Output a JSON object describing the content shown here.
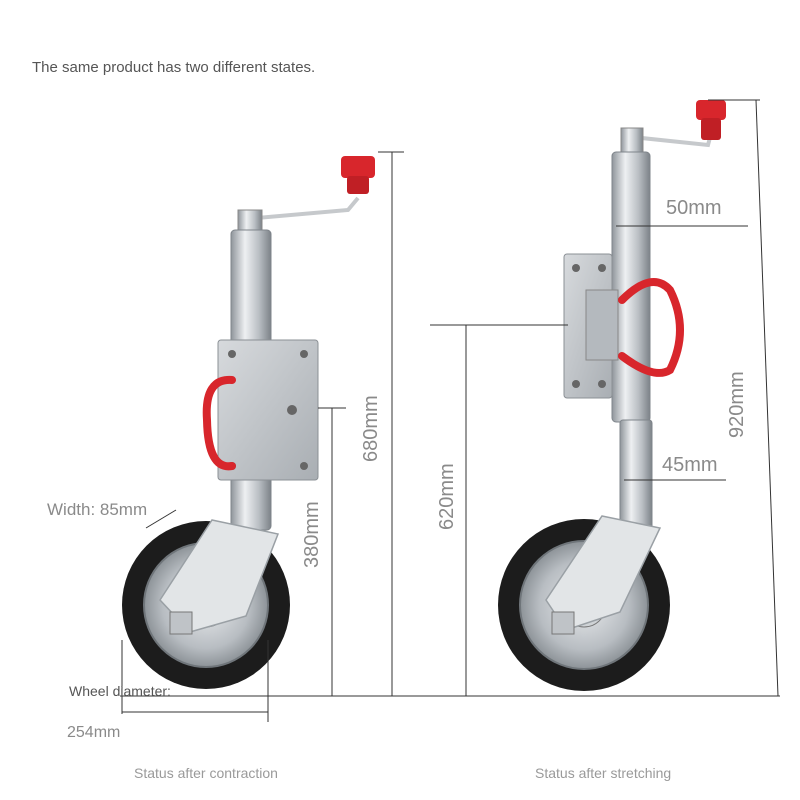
{
  "header": "The same product has two different states.",
  "left_product": {
    "width_label": "Width: 85mm",
    "height_label_680": "680mm",
    "height_label_380": "380mm",
    "wheel_diameter_label": "Wheel diameter:",
    "wheel_diameter_value": "254mm",
    "caption": "Status after contraction"
  },
  "right_product": {
    "tube_label_50": "50mm",
    "tube_label_45": "45mm",
    "height_label_920": "920mm",
    "height_label_620": "620mm",
    "caption": "Status after stretching"
  },
  "colors": {
    "handle_red": "#d8262c",
    "steel": "#c9ccd0",
    "tire": "#1c1c1c",
    "dimension_line": "#333333"
  }
}
